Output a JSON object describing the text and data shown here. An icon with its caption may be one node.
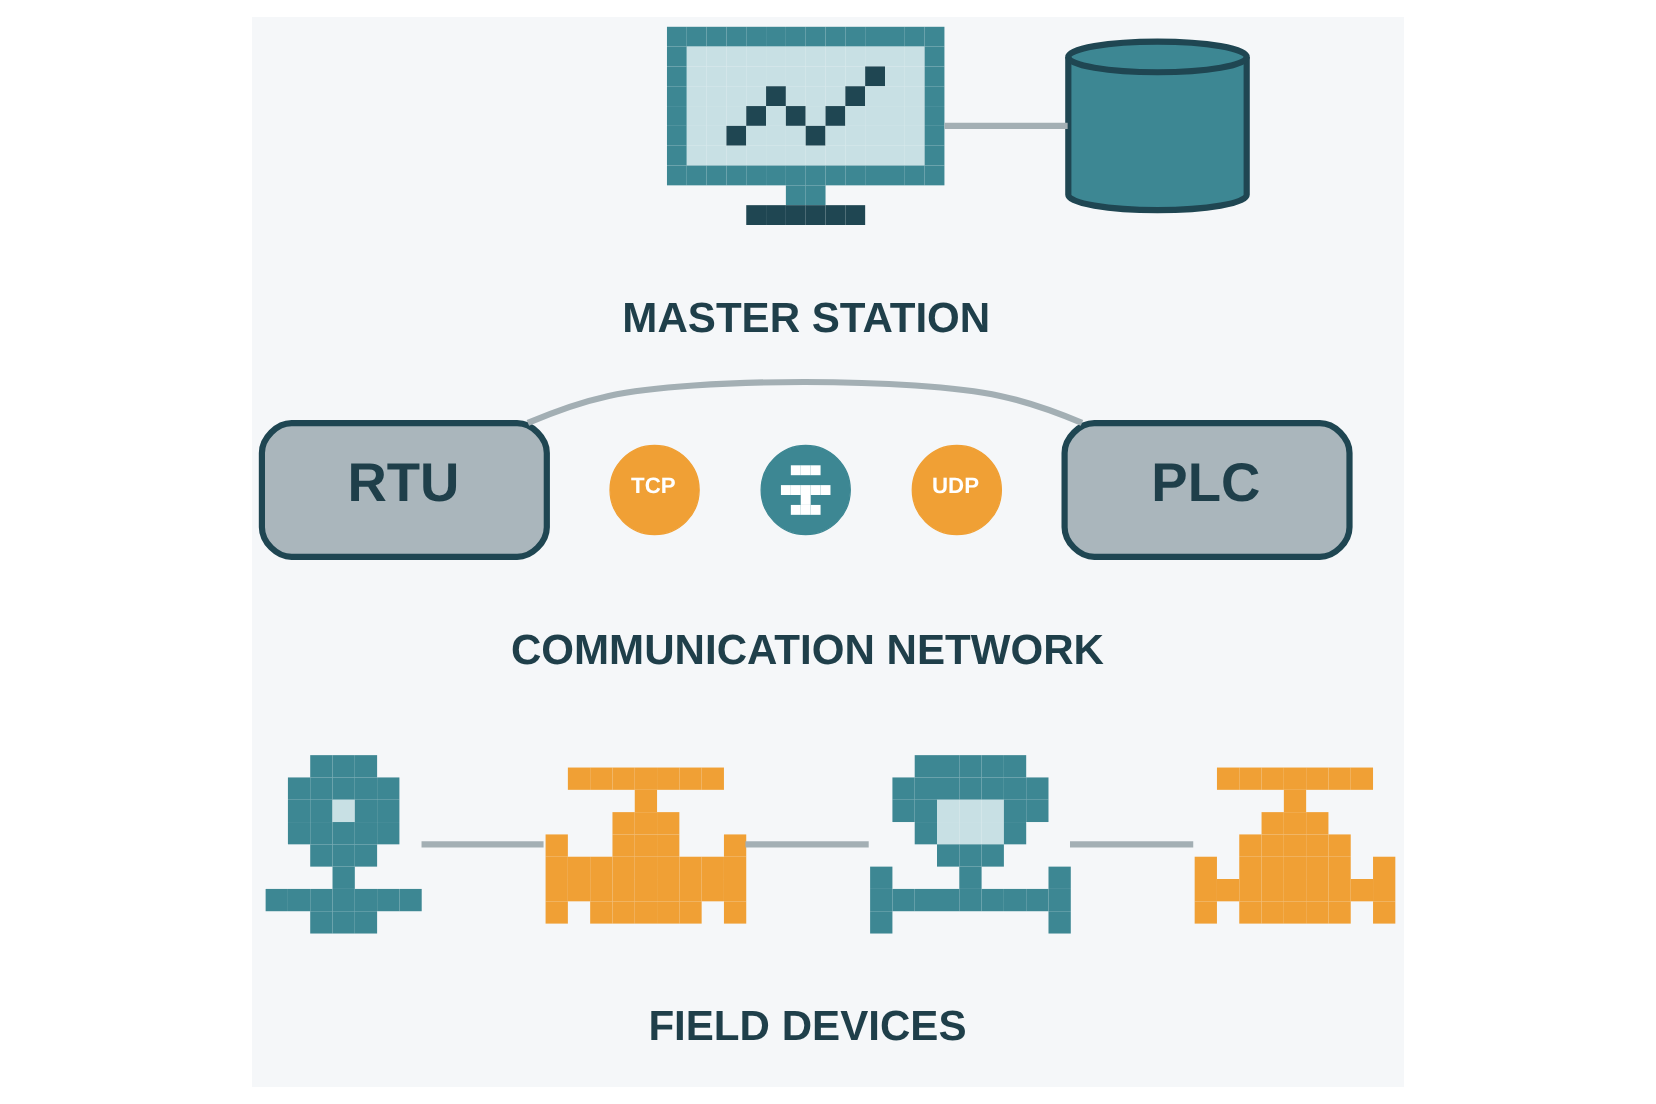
{
  "diagram": {
    "nodes": [
      {
        "text": [],
        "shape": "picture"
      },
      {
        "text": [],
        "shape": "cylinder"
      },
      {
        "text": [
          "RTU"
        ]
      },
      {
        "text": [
          "TCP"
        ]
      },
      {
        "text": [],
        "shape": "circle"
      },
      {
        "text": [
          "UDP"
        ]
      },
      {
        "text": [
          "PLC"
        ]
      },
      {
        "text": [],
        "shape": "picture"
      },
      {
        "text": [],
        "shape": "picture"
      },
      {
        "text": [],
        "shape": "picture"
      },
      {
        "text": [],
        "shape": "picture"
      }
    ],
    "edges": [
      {
        "from": 0,
        "to": 1,
        "arrow": "none"
      },
      {
        "from": 2,
        "to": 6,
        "arrow": "none"
      },
      {
        "from": 7,
        "to": 8,
        "arrow": "none"
      },
      {
        "from": 8,
        "to": 9,
        "arrow": "none"
      },
      {
        "from": 9,
        "to": 10,
        "arrow": "none"
      }
    ],
    "labels": [
      "MASTER STATION",
      "COMMUNICATION NETWORK",
      "FIELD DEVICES"
    ]
  }
}
